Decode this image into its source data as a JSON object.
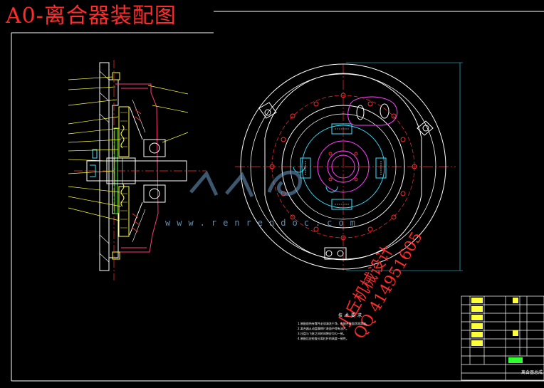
{
  "drawing": {
    "title": "A0-离合器装配图",
    "watermark_url": "www.renrendoc.com",
    "watermark_designer": "小丘机械设计",
    "watermark_qq": "QQ 414951605",
    "technical_requirements_heading": "技术要求",
    "technical_requirements": [
      "1.装配前所有零件必须清洗干净，各配合表面涂润滑油。",
      "2.离合器从动盘摩擦片表面不得有油污。",
      "3.压盘与飞轮之间的间隙应均匀一致。",
      "4.装配后应检查分离杠杆的高度一致性。"
    ],
    "title_block_name": "离合器总成"
  },
  "colors": {
    "background": "#000000",
    "title": "#ff2a2a",
    "lines": "#ffffff",
    "centerlines": "#ff3030",
    "parts_yellow": "#ffff3a",
    "parts_magenta": "#ff40ff",
    "parts_cyan": "#3ae0ff",
    "parts_green": "#30ff30"
  }
}
